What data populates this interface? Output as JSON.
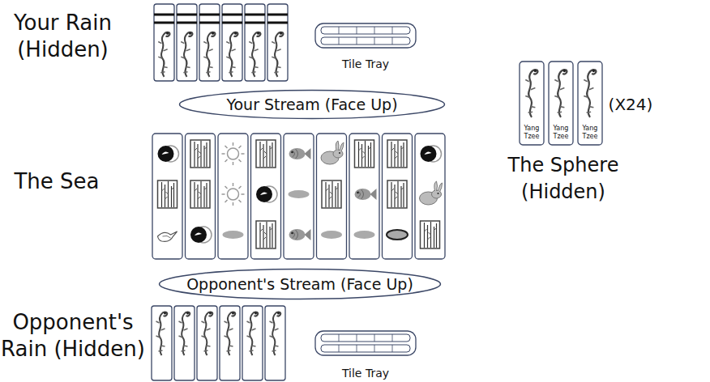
{
  "diagram": {
    "nodes": [
      {
        "text": [
          "Tile Tray"
        ]
      },
      {
        "text": [
          "Yang Tzee"
        ]
      },
      {
        "text": [
          "Yang Tzee"
        ]
      },
      {
        "text": [
          "Yang Tzee"
        ]
      },
      {
        "text": [
          "Your Stream (Face Up)"
        ]
      },
      {
        "text": [
          "Opponent's Stream (Face Up)"
        ]
      },
      {
        "text": [
          "Tile Tray"
        ]
      }
    ],
    "labels": [
      "Your Rain (Hidden)",
      "The Sphere (Hidden)",
      "(X24)",
      "The Sea",
      "Opponent's Rain (Hidden)"
    ]
  }
}
